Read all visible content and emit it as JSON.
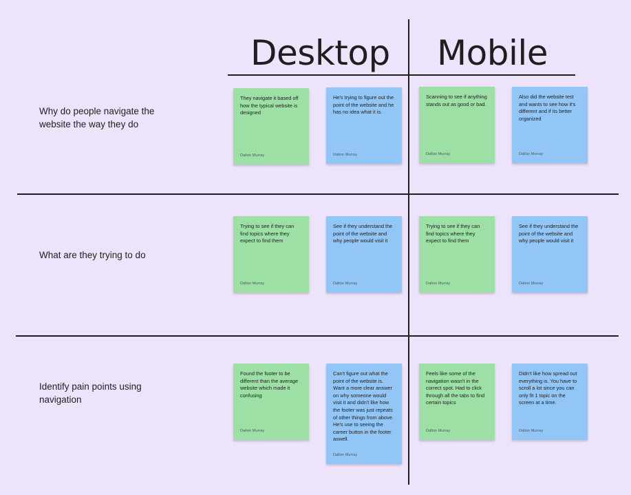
{
  "board": {
    "columns": {
      "desktop": "Desktop",
      "mobile": "Mobile"
    },
    "rows": [
      {
        "label": "Why do people navigate the website the way they do",
        "notes": [
          {
            "text": "They navigate it based off how the typical website is designed",
            "author": "Dalton Murray",
            "color": "#9ce0a6"
          },
          {
            "text": "He's trying to figure out the point of the website and he has no idea what it is.",
            "author": "Dalton Murray",
            "color": "#92c6f7"
          },
          {
            "text": "Scanning to see if anything stands out as good or bad.",
            "author": "Dalton Murray",
            "color": "#9ce0a6"
          },
          {
            "text": "Also did the website test and wants to see how it's different and if its better organized",
            "author": "Dalton Murray",
            "color": "#92c6f7"
          }
        ]
      },
      {
        "label": "What are they trying to do",
        "notes": [
          {
            "text": "Trying to see if they can find topics where they expect to find them",
            "author": "Dalton Murray",
            "color": "#9ce0a6"
          },
          {
            "text": "See if they understand the point of the website and why people would visit it",
            "author": "Dalton Murray",
            "color": "#92c6f7"
          },
          {
            "text": "Trying to see if they can find topics where they expect to find them",
            "author": "Dalton Murray",
            "color": "#9ce0a6"
          },
          {
            "text": "See if they understand the point of the website and why people would visit it",
            "author": "Dalton Murray",
            "color": "#92c6f7"
          }
        ]
      },
      {
        "label": "Identify pain points using navigation",
        "notes": [
          {
            "text": "Found the footer to be different than the average website which made it confusing",
            "author": "Dalton Murray",
            "color": "#9ce0a6"
          },
          {
            "text": "Can't figure out what the point of the website is. Want a more clear answer on why someone would visit it and didn't like how the footer was just repeats of other things from above. He's use to seeing the career button in the footer aswell.",
            "author": "Dalton Murray",
            "color": "#92c6f7"
          },
          {
            "text": "Feels like some of the navigation wasn't in the correct spot. Had to click through all the tabs to find certain topics",
            "author": "Dalton Murray",
            "color": "#9ce0a6"
          },
          {
            "text": "Didn't like how spread out everything is. You have to scroll a lot since you can only fit 1 topic on the screen at a time.",
            "author": "Dalton Murray",
            "color": "#92c6f7"
          }
        ]
      }
    ]
  }
}
